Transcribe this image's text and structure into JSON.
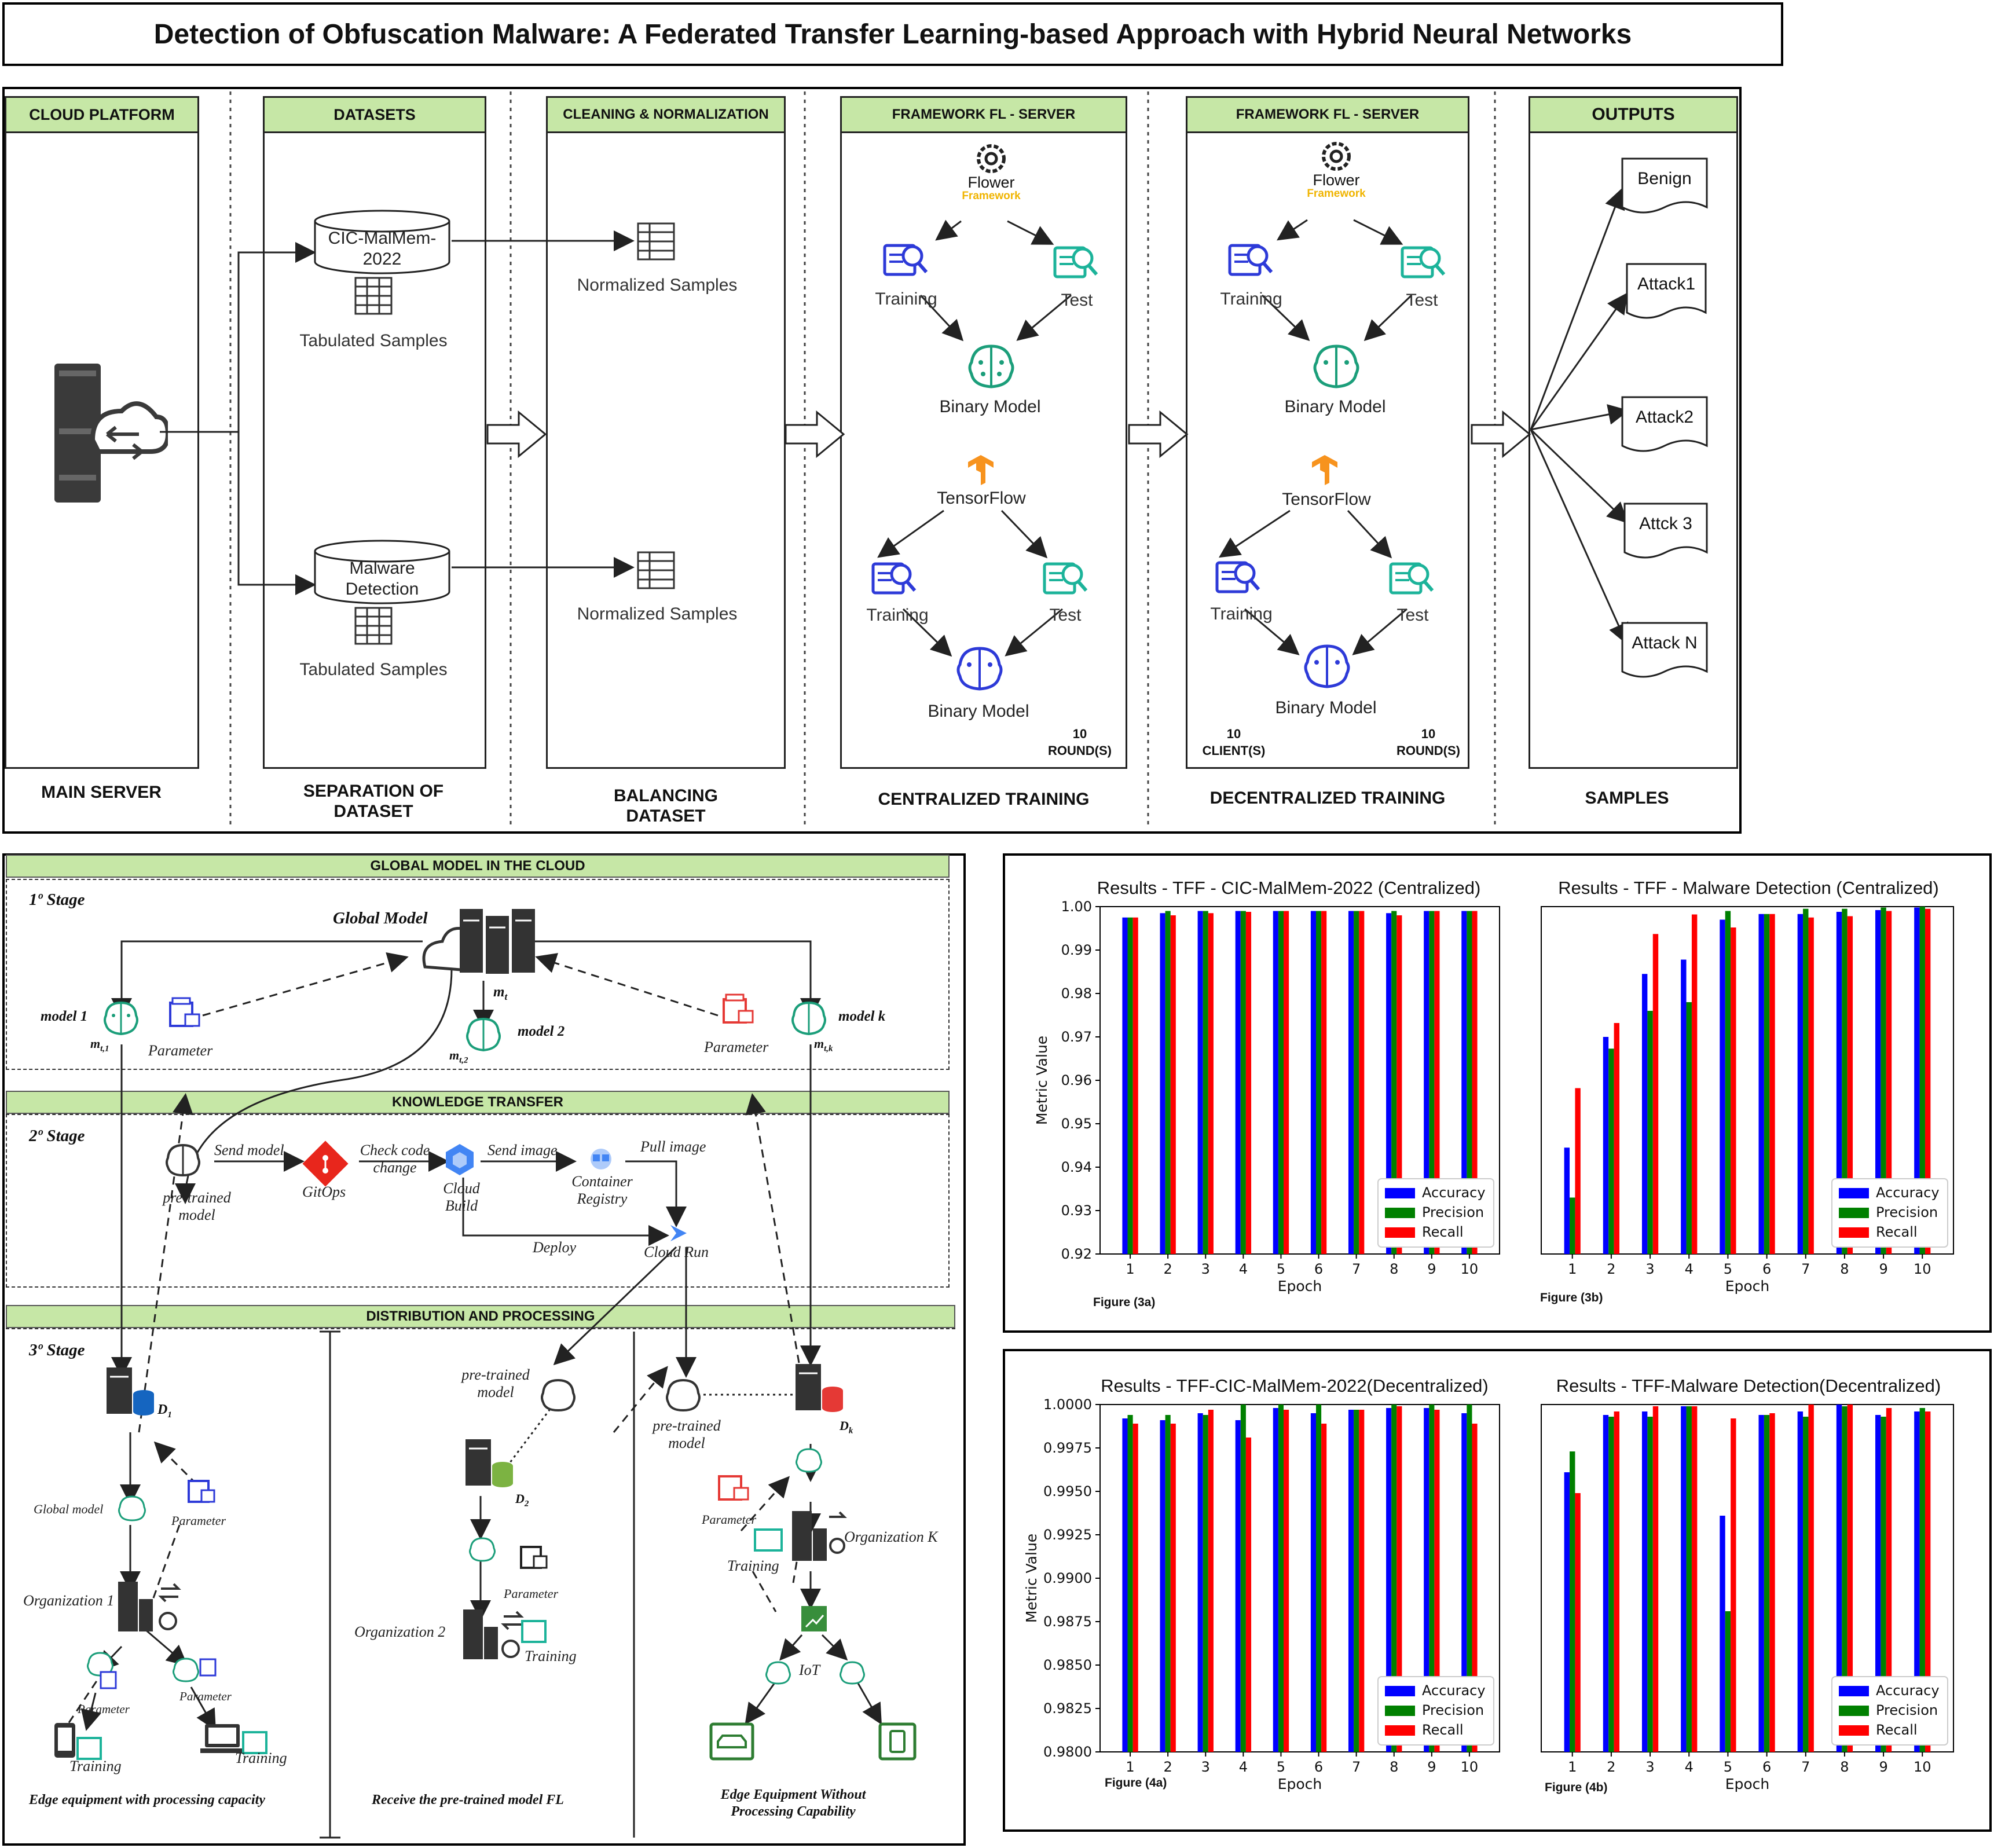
{
  "title": "Detection of Obfuscation Malware: A Federated Transfer Learning-based Approach with Hybrid Neural Networks",
  "top": {
    "columns": [
      {
        "header": "CLOUD PLATFORM",
        "caption": "MAIN SERVER"
      },
      {
        "header": "DATASETS",
        "caption": "SEPARATION OF DATASET"
      },
      {
        "header": "CLEANING & NORMALIZATION",
        "caption": "BALANCING DATASET"
      },
      {
        "header": "FRAMEWORK FL - SERVER",
        "caption": "CENTRALIZED TRAINING"
      },
      {
        "header": "FRAMEWORK FL - SERVER",
        "caption": "DECENTRALIZED TRAINING"
      },
      {
        "header": "OUTPUTS",
        "caption": "SAMPLES"
      }
    ],
    "datasets": {
      "db1": "CIC-MalMem-2022",
      "db2": "Malware Detection",
      "tabulated": "Tabulated Samples"
    },
    "normalized": "Normalized Samples",
    "flower": {
      "name": "Flower",
      "sub": "Framework"
    },
    "tensorflow": "TensorFlow",
    "training": "Training",
    "test": "Test",
    "binary_model": "Binary Model",
    "rounds": {
      "value": "10",
      "label": "ROUND(S)"
    },
    "clients": {
      "value": "10",
      "label": "CLIENT(S)"
    },
    "outputs": [
      "Benign",
      "Attack1",
      "Attack2",
      "Attck 3",
      "Attack N"
    ]
  },
  "bottom_left": {
    "sections": [
      "GLOBAL MODEL IN THE CLOUD",
      "KNOWLEDGE TRANSFER",
      "DISTRIBUTION AND PROCESSING"
    ],
    "stages": [
      "1º Stage",
      "2º Stage",
      "3º Stage"
    ],
    "global_model": "Global Model",
    "model1": "model 1",
    "model2": "model 2",
    "modelk": "model k",
    "m_t": "m",
    "m_t1": "m",
    "m_t2": "m",
    "m_tk": "m",
    "parameter": "Parameter",
    "pretrained": "pre-trained model",
    "send_model": "Send model",
    "gitops": "GitOps",
    "check_code": "Check code change",
    "cloud_build": "Cloud Build",
    "send_image": "Send image",
    "container_registry": "Container Registry",
    "pull_image": "Pull image",
    "deploy": "Deploy",
    "cloud_run": "Cloud Run",
    "d1": "D",
    "d2": "D",
    "dk": "D",
    "global_model_small": "Global model",
    "org1": "Organization 1",
    "org2": "Organization 2",
    "orgk": "Organization K",
    "training": "Training",
    "iot": "IoT",
    "edge1": "Edge equipment with processing capacity",
    "edge2": "Receive the pre-trained model FL",
    "edge3": "Edge Equipment Without Processing Capability"
  },
  "legend": {
    "accuracy": "Accuracy",
    "precision": "Precision",
    "recall": "Recall"
  },
  "colors": {
    "accuracy": "#0000ff",
    "precision": "#008000",
    "recall": "#ff0000",
    "header_green": "#c6e7a6"
  },
  "axis": {
    "ylabel": "Metric Value",
    "xlabel": "Epoch"
  },
  "chart_data": [
    {
      "type": "bar",
      "title": "Results - TFF - CIC-MalMem-2022 (Centralized)",
      "figure_label": "Figure (3a)",
      "xlabel": "Epoch",
      "ylabel": "Metric Value",
      "categories": [
        "1",
        "2",
        "3",
        "4",
        "5",
        "6",
        "7",
        "8",
        "9",
        "10"
      ],
      "ylim": [
        0.92,
        1.0
      ],
      "yticks": [
        "0.92",
        "0.93",
        "0.94",
        "0.95",
        "0.96",
        "0.97",
        "0.98",
        "0.99",
        "1.00"
      ],
      "series": [
        {
          "name": "Accuracy",
          "values": [
            0.9975,
            0.9985,
            0.999,
            0.999,
            0.999,
            0.999,
            0.999,
            0.9985,
            0.999,
            0.999
          ]
        },
        {
          "name": "Precision",
          "values": [
            0.9975,
            0.999,
            0.999,
            0.999,
            0.999,
            0.999,
            0.999,
            0.999,
            0.999,
            0.999
          ]
        },
        {
          "name": "Recall",
          "values": [
            0.9975,
            0.998,
            0.9985,
            0.9988,
            0.999,
            0.999,
            0.999,
            0.998,
            0.999,
            0.999
          ]
        }
      ]
    },
    {
      "type": "bar",
      "title": "Results - TFF - Malware Detection (Centralized)",
      "figure_label": "Figure (3b)",
      "xlabel": "Epoch",
      "ylabel": "",
      "categories": [
        "1",
        "2",
        "3",
        "4",
        "5",
        "6",
        "7",
        "8",
        "9",
        "10"
      ],
      "ylim": [
        0.92,
        1.0
      ],
      "yticks": [],
      "series": [
        {
          "name": "Accuracy",
          "values": [
            0.9445,
            0.97,
            0.9845,
            0.9878,
            0.997,
            0.9983,
            0.9983,
            0.9988,
            0.9992,
            0.9998
          ]
        },
        {
          "name": "Precision",
          "values": [
            0.933,
            0.9673,
            0.976,
            0.978,
            0.999,
            0.9983,
            0.9995,
            0.9995,
            0.9998,
            1.0
          ]
        },
        {
          "name": "Recall",
          "values": [
            0.9582,
            0.9732,
            0.9937,
            0.9982,
            0.9952,
            0.9983,
            0.9975,
            0.9978,
            0.999,
            0.9995
          ]
        }
      ]
    },
    {
      "type": "bar",
      "title": "Results - TFF-CIC-MalMem-2022(Decentralized)",
      "figure_label": "Figure (4a)",
      "xlabel": "Epoch",
      "ylabel": "Metric Value",
      "categories": [
        "1",
        "2",
        "3",
        "4",
        "5",
        "6",
        "7",
        "8",
        "9",
        "10"
      ],
      "ylim": [
        0.98,
        1.0
      ],
      "yticks": [
        "0.9800",
        "0.9825",
        "0.9850",
        "0.9875",
        "0.9900",
        "0.9925",
        "0.9950",
        "0.9975",
        "1.0000"
      ],
      "series": [
        {
          "name": "Accuracy",
          "values": [
            0.9992,
            0.9991,
            0.9995,
            0.9991,
            0.9998,
            0.9995,
            0.9997,
            0.9998,
            0.9998,
            0.9995
          ]
        },
        {
          "name": "Precision",
          "values": [
            0.9994,
            0.9994,
            0.9994,
            1.0,
            1.0,
            1.0,
            0.9997,
            1.0,
            1.0,
            1.0
          ]
        },
        {
          "name": "Recall",
          "values": [
            0.9989,
            0.9989,
            0.9997,
            0.9981,
            0.9997,
            0.9989,
            0.9997,
            0.9999,
            0.9997,
            0.9989
          ]
        }
      ]
    },
    {
      "type": "bar",
      "title": "Results - TFF-Malware Detection(Decentralized)",
      "figure_label": "Figure (4b)",
      "xlabel": "Epoch",
      "ylabel": "",
      "categories": [
        "1",
        "2",
        "3",
        "4",
        "5",
        "6",
        "7",
        "8",
        "9",
        "10"
      ],
      "ylim": [
        0.98,
        1.0
      ],
      "yticks": [],
      "series": [
        {
          "name": "Accuracy",
          "values": [
            0.9961,
            0.9994,
            0.9996,
            0.9999,
            0.9936,
            0.9994,
            0.9996,
            1.0,
            0.9994,
            0.9996
          ]
        },
        {
          "name": "Precision",
          "values": [
            0.9973,
            0.9993,
            0.9993,
            0.9999,
            0.9881,
            0.9994,
            0.9993,
            0.9999,
            0.9993,
            0.9998
          ]
        },
        {
          "name": "Recall",
          "values": [
            0.9949,
            0.9996,
            0.9999,
            0.9999,
            0.9992,
            0.9995,
            1.0,
            1.0,
            0.9998,
            0.9996
          ]
        }
      ]
    }
  ]
}
